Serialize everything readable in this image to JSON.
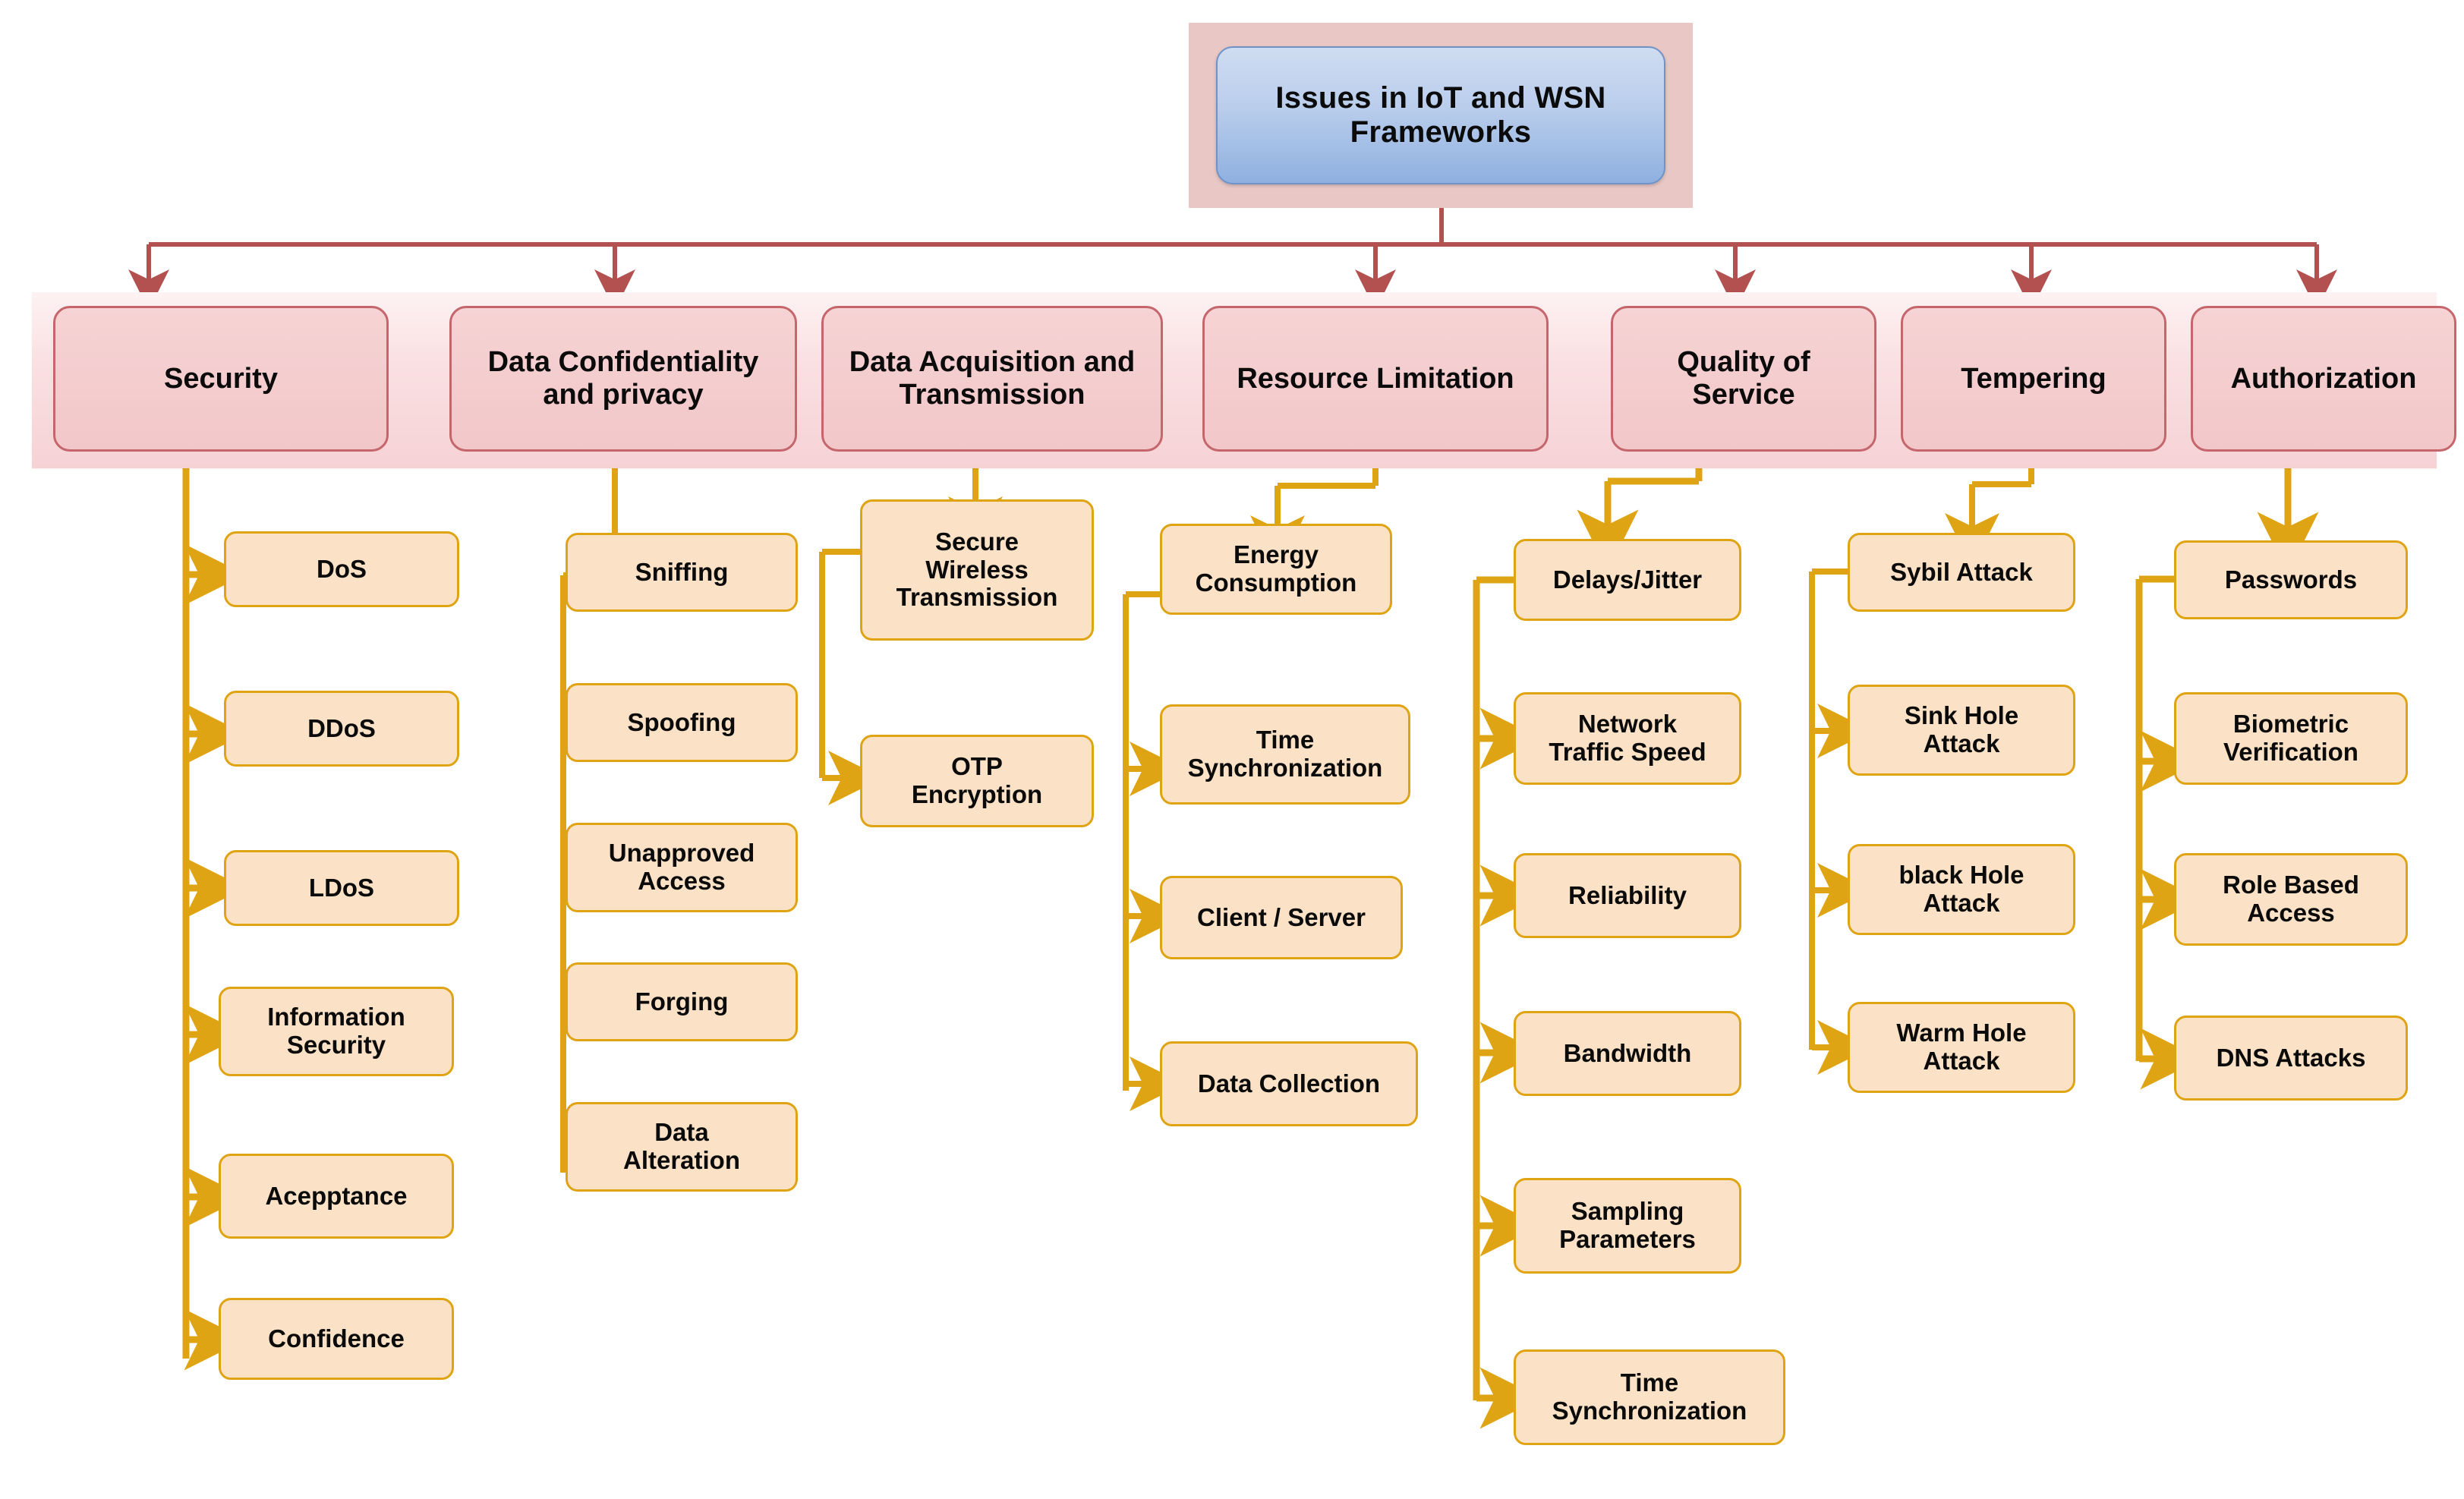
{
  "diagram": {
    "type": "hierarchy-tree",
    "root": {
      "label": "Issues in IoT and WSN\nFrameworks"
    },
    "colors": {
      "root_fill_top": "#cfdcf1",
      "root_fill_bottom": "#8fb0e0",
      "root_border": "#6f93c9",
      "root_frame": "#e8c7c4",
      "category_fill": "#f4cccc",
      "category_border": "#c4666b",
      "band_fill": "#fae0e2",
      "leaf_fill": "#fbe2c6",
      "leaf_border": "#dfa413",
      "connector_primary": "#b35050",
      "connector_secondary": "#dfa413"
    },
    "categories": [
      {
        "label": "Security",
        "children": [
          {
            "label": "DoS"
          },
          {
            "label": "DDoS"
          },
          {
            "label": "LDoS"
          },
          {
            "label": "Information\nSecurity"
          },
          {
            "label": "Acepptance"
          },
          {
            "label": "Confidence"
          }
        ]
      },
      {
        "label": "Data Confidentiality\nand privacy",
        "children": [
          {
            "label": "Sniffing"
          },
          {
            "label": "Spoofing"
          },
          {
            "label": "Unapproved\nAccess"
          },
          {
            "label": "Forging"
          },
          {
            "label": "Data\nAlteration"
          }
        ]
      },
      {
        "label": "Data Acquisition and\nTransmission",
        "children": [
          {
            "label": "Secure\nWireless\nTransmission"
          },
          {
            "label": "OTP\nEncryption"
          }
        ]
      },
      {
        "label": "Resource Limitation",
        "children": [
          {
            "label": "Energy\nConsumption"
          },
          {
            "label": "Time\nSynchronization"
          },
          {
            "label": "Client / Server"
          },
          {
            "label": "Data Collection"
          }
        ]
      },
      {
        "label": "Quality of\nService",
        "children": [
          {
            "label": "Delays/Jitter"
          },
          {
            "label": "Network\nTraffic Speed"
          },
          {
            "label": "Reliability"
          },
          {
            "label": "Bandwidth"
          },
          {
            "label": "Sampling\nParameters"
          },
          {
            "label": "Time\nSynchronization"
          }
        ]
      },
      {
        "label": "Tempering",
        "children": [
          {
            "label": "Sybil Attack"
          },
          {
            "label": "Sink Hole\nAttack"
          },
          {
            "label": "black Hole\nAttack"
          },
          {
            "label": "Warm Hole\nAttack"
          }
        ]
      },
      {
        "label": "Authorization",
        "children": [
          {
            "label": "Passwords"
          },
          {
            "label": "Biometric\nVerification"
          },
          {
            "label": "Role Based\nAccess"
          },
          {
            "label": "DNS Attacks"
          }
        ]
      }
    ]
  }
}
